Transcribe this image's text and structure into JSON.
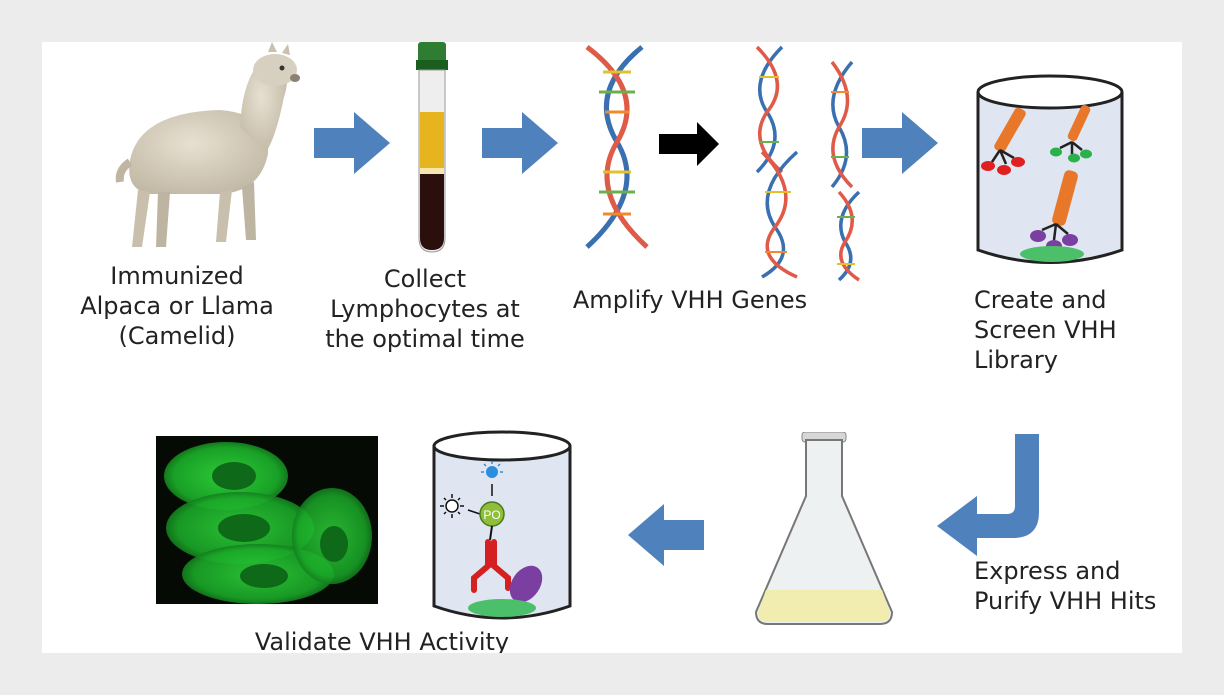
{
  "steps": {
    "immunize": {
      "line1": "Immunized",
      "line2": "Alpaca or Llama",
      "line3": "(Camelid)"
    },
    "collect": {
      "line1": "Collect",
      "line2": "Lymphocytes at",
      "line3": "the optimal time"
    },
    "amplify": {
      "line1": "Amplify VHH Genes"
    },
    "library": {
      "line1": "Create and",
      "line2": "Screen VHH",
      "line3": "Library"
    },
    "express": {
      "line1": "Express and",
      "line2": "Purify VHH Hits"
    },
    "validate": {
      "line1": "Validate VHH Activity"
    }
  },
  "assay": {
    "enzyme_label": "PO"
  },
  "colors": {
    "arrow": "#4f81bd",
    "panel": "#ffffff",
    "background": "#ececec",
    "cell_green": "#2fd43a"
  }
}
